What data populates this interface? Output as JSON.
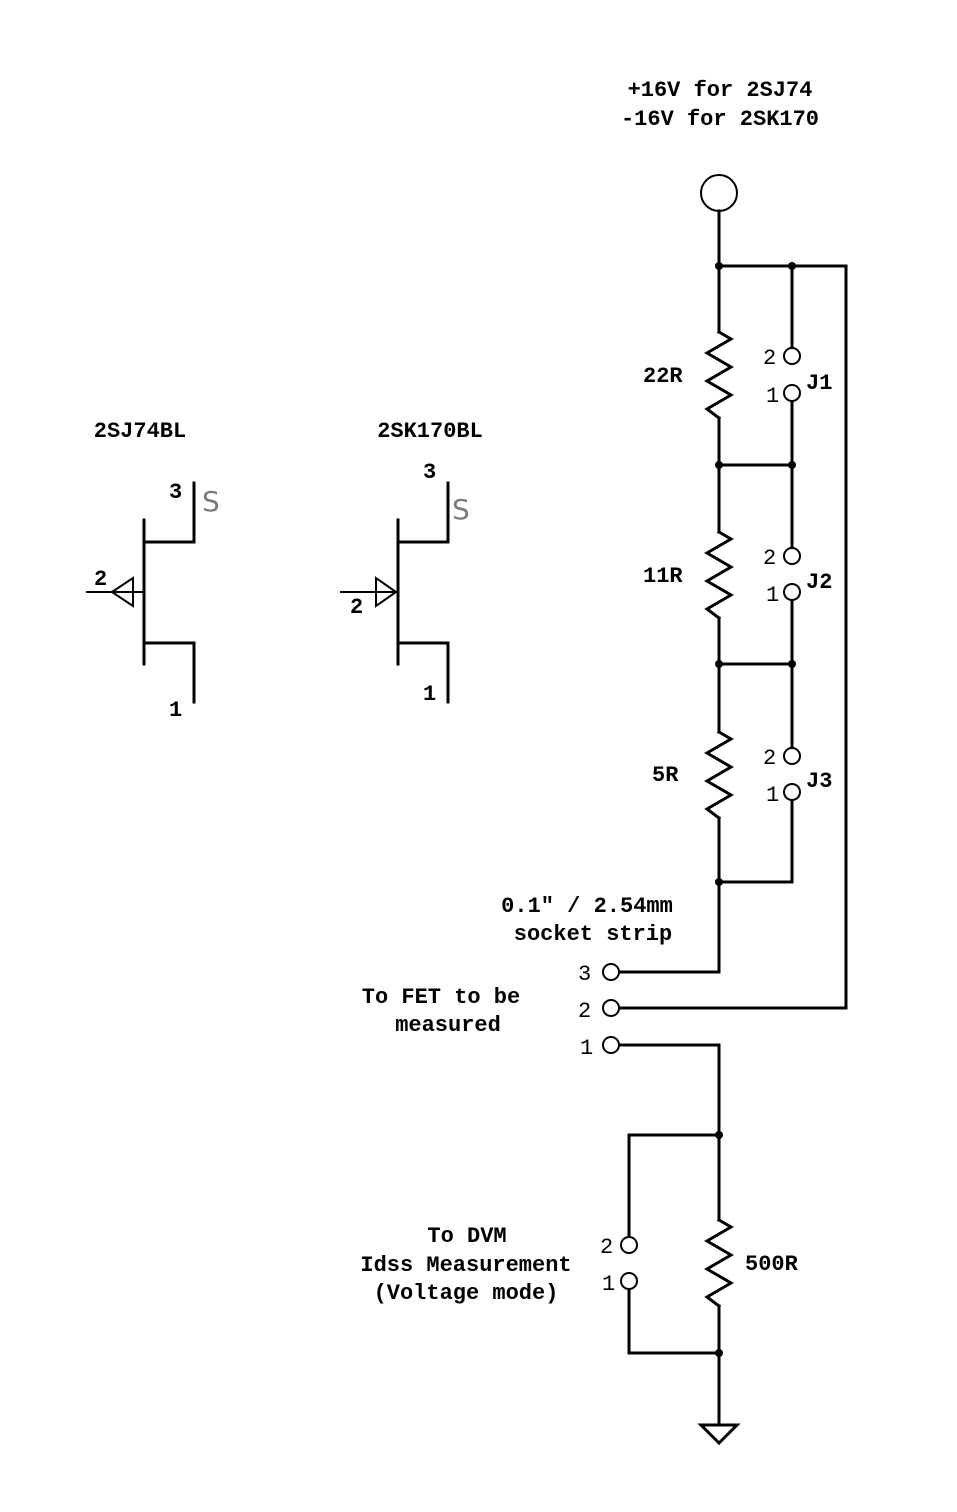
{
  "supply": {
    "line1": "+16V for 2SJ74",
    "line2": "-16V for 2SK170"
  },
  "transistors": [
    {
      "name": "2SJ74BL",
      "pin_gate": "2",
      "pin_source": "3",
      "pin_drain": "1",
      "source_mark": "S"
    },
    {
      "name": "2SK170BL",
      "pin_gate": "2",
      "pin_source": "3",
      "pin_drain": "1",
      "source_mark": "S"
    }
  ],
  "resistors": [
    {
      "label": "22R"
    },
    {
      "label": "11R"
    },
    {
      "label": "5R"
    },
    {
      "label": "500R"
    }
  ],
  "jumpers": [
    {
      "name": "J1",
      "pin_top": "2",
      "pin_bottom": "1"
    },
    {
      "name": "J2",
      "pin_top": "2",
      "pin_bottom": "1"
    },
    {
      "name": "J3",
      "pin_top": "2",
      "pin_bottom": "1"
    }
  ],
  "socket": {
    "line1": "0.1\" / 2.54mm",
    "line2": "socket strip",
    "pins": [
      "3",
      "2",
      "1"
    ],
    "fet_line1": "To FET to be",
    "fet_line2": "measured"
  },
  "dvm": {
    "line1": "To DVM",
    "line2": "Idss Measurement",
    "line3": "(Voltage mode)",
    "pin_top": "2",
    "pin_bottom": "1"
  }
}
